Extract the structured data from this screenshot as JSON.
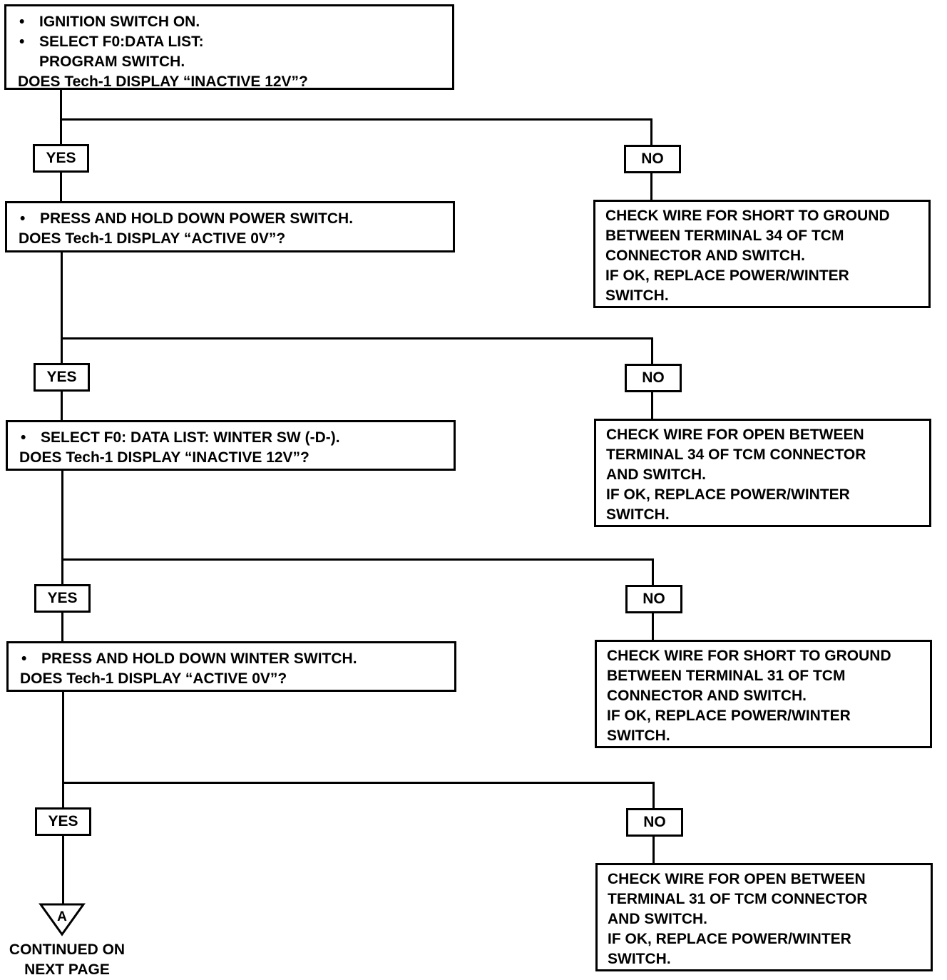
{
  "q1": {
    "bullets": [
      "IGNITION SWITCH ON.",
      "SELECT F0:DATA LIST:"
    ],
    "cont": "PROGRAM SWITCH.",
    "question": "DOES Tech-1 DISPLAY “INACTIVE 12V”?"
  },
  "q2": {
    "bullet": "PRESS AND HOLD DOWN POWER SWITCH.",
    "question": "DOES Tech-1 DISPLAY “ACTIVE 0V”?"
  },
  "q3": {
    "bullet": "SELECT F0: DATA LIST: WINTER SW (-D-).",
    "question": "DOES Tech-1  DISPLAY “INACTIVE 12V”?"
  },
  "q4": {
    "bullet": "PRESS AND HOLD DOWN WINTER SWITCH.",
    "question": "DOES Tech-1  DISPLAY “ACTIVE 0V”?"
  },
  "labels": {
    "yes": "YES",
    "no": "NO"
  },
  "r1": [
    "CHECK WIRE FOR SHORT TO GROUND",
    "BETWEEN TERMINAL 34 OF TCM",
    "CONNECTOR AND SWITCH.",
    "IF OK, REPLACE POWER/WINTER",
    "SWITCH."
  ],
  "r2": [
    "CHECK WIRE FOR OPEN BETWEEN",
    "TERMINAL 34 OF TCM CONNECTOR",
    "AND SWITCH.",
    "IF OK, REPLACE POWER/WINTER",
    "SWITCH."
  ],
  "r3": [
    "CHECK WIRE FOR SHORT TO GROUND",
    "BETWEEN TERMINAL 31 OF TCM",
    "CONNECTOR AND SWITCH.",
    "IF OK, REPLACE POWER/WINTER",
    "SWITCH."
  ],
  "r4": [
    "CHECK WIRE FOR OPEN BETWEEN",
    "TERMINAL 31 OF TCM CONNECTOR",
    "AND SWITCH.",
    "IF OK, REPLACE POWER/WINTER",
    "SWITCH."
  ],
  "connector": {
    "letter": "A",
    "line1": "CONTINUED ON",
    "line2": "NEXT PAGE"
  }
}
